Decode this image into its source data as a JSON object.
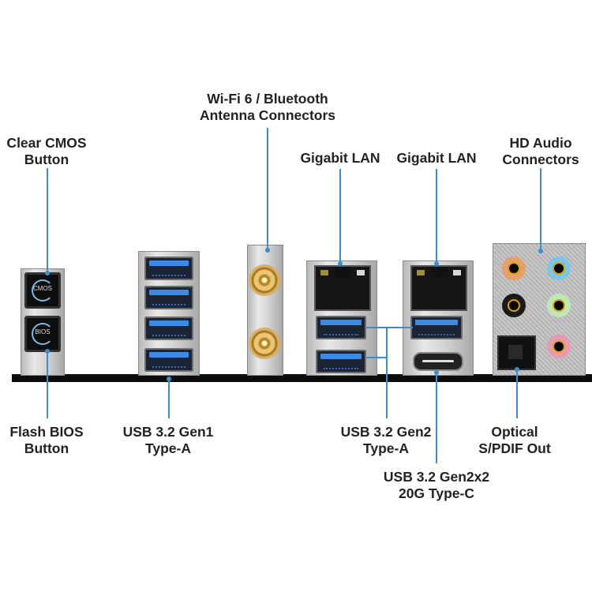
{
  "labels": {
    "clear_cmos": [
      "Clear CMOS",
      "Button"
    ],
    "wifi": [
      "Wi-Fi 6 / Bluetooth",
      "Antenna Connectors"
    ],
    "lan1": [
      "Gigabit LAN"
    ],
    "lan2": [
      "Gigabit LAN"
    ],
    "hd_audio": [
      "HD Audio",
      "Connectors"
    ],
    "flash_bios": [
      "Flash BIOS",
      "Button"
    ],
    "usb_gen1": [
      "USB 3.2 Gen1",
      "Type-A"
    ],
    "usb_gen2": [
      "USB 3.2 Gen2",
      "Type-A"
    ],
    "usb_gen2x2": [
      "USB 3.2 Gen2x2",
      "20G Type-C"
    ],
    "optical": [
      "Optical",
      "S/PDIF Out"
    ]
  },
  "buttons": {
    "cmos_text": "CMOS",
    "bios_text": "BIOS"
  },
  "colors": {
    "leader_line": "#3a8fd0",
    "usb3_blue": "#3b8be6",
    "audio_orange": "#e8a06a",
    "audio_blue": "#7cc6ea",
    "audio_black": "#1a1a1a",
    "audio_green": "#bfe6b8",
    "audio_pink": "#e79ab0"
  }
}
